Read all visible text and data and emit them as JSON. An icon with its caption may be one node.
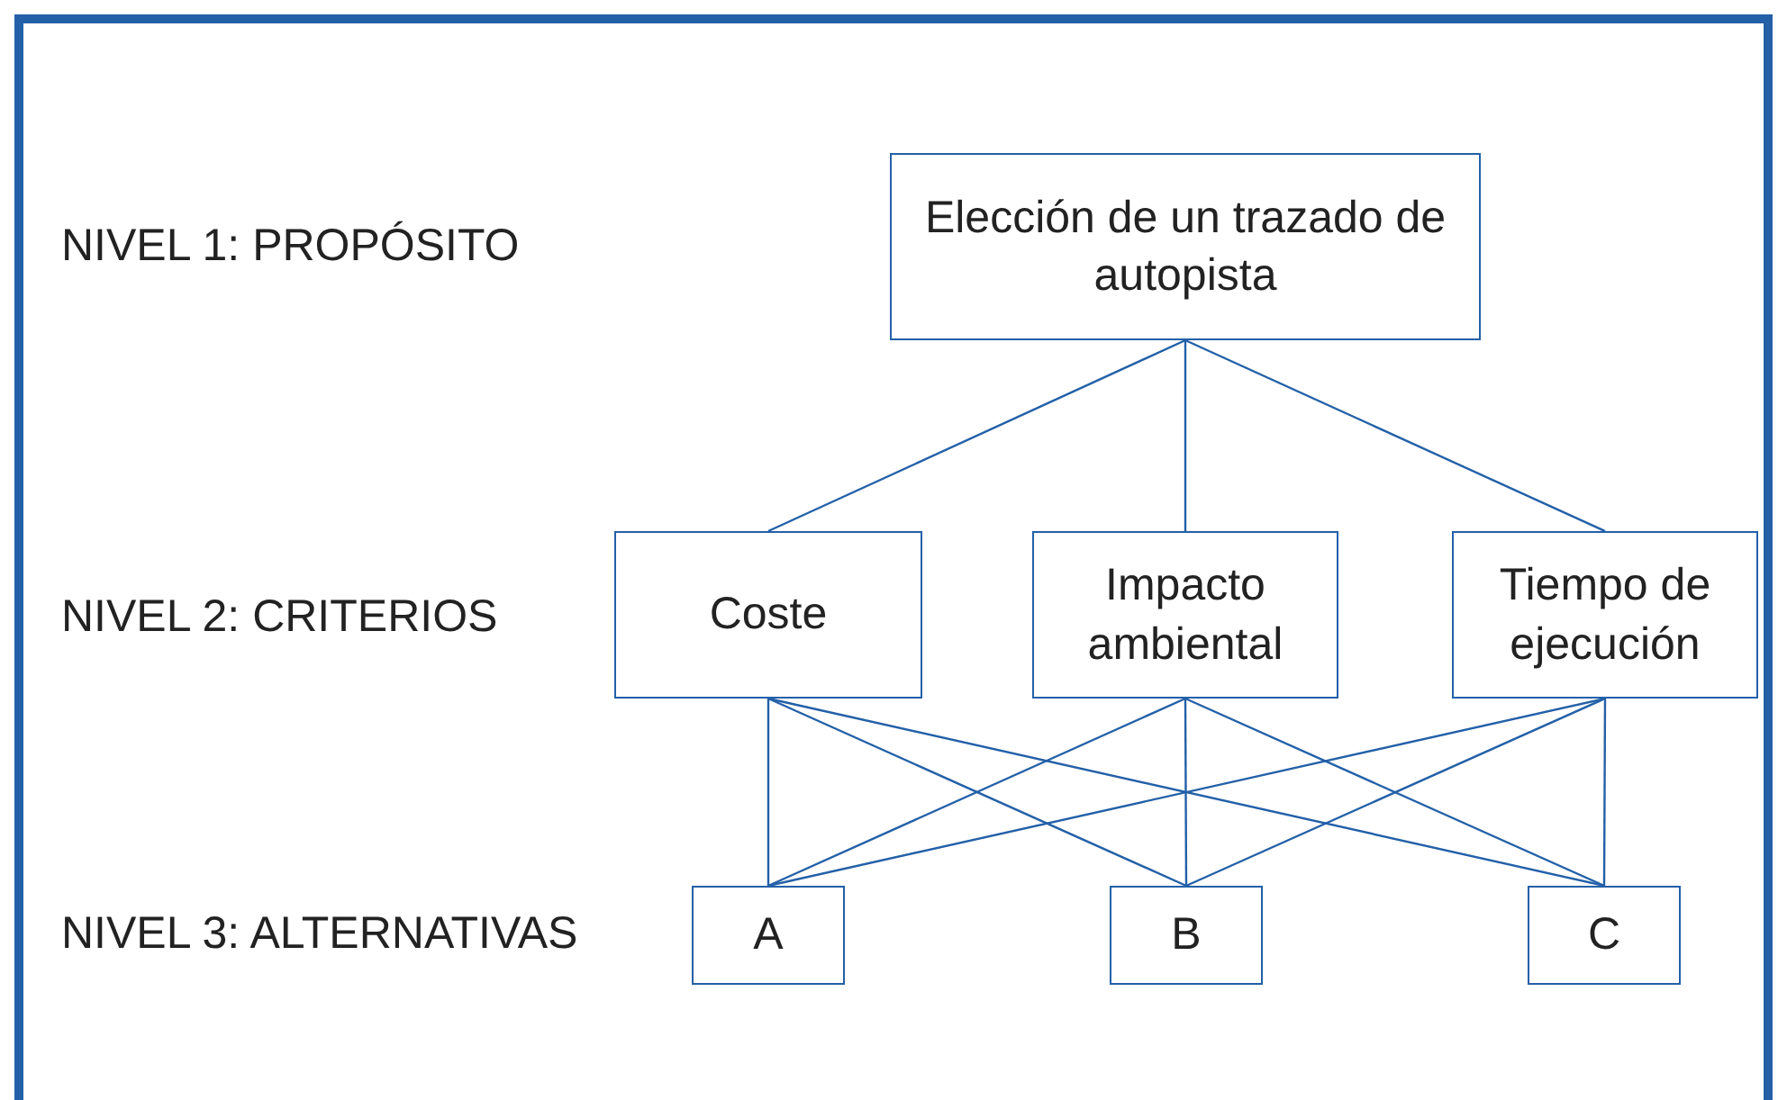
{
  "diagram": {
    "nodes": [
      {
        "text": [
          "Elección de un trazado de autopista"
        ]
      },
      {
        "text": [
          "Coste"
        ]
      },
      {
        "text": [
          "Impacto ambiental"
        ]
      },
      {
        "text": [
          "Tiempo de ejecución"
        ]
      },
      {
        "text": [
          "A"
        ]
      },
      {
        "text": [
          "B"
        ]
      },
      {
        "text": [
          "C"
        ]
      }
    ],
    "edges": [
      {
        "from": 0,
        "to": 1,
        "arrow": "none"
      },
      {
        "from": 0,
        "to": 2,
        "arrow": "none"
      },
      {
        "from": 0,
        "to": 3,
        "arrow": "none"
      },
      {
        "from": 1,
        "to": 4,
        "arrow": "none"
      },
      {
        "from": 1,
        "to": 5,
        "arrow": "none"
      },
      {
        "from": 1,
        "to": 6,
        "arrow": "none"
      },
      {
        "from": 2,
        "to": 4,
        "arrow": "none"
      },
      {
        "from": 2,
        "to": 5,
        "arrow": "none"
      },
      {
        "from": 2,
        "to": 6,
        "arrow": "none"
      },
      {
        "from": 3,
        "to": 4,
        "arrow": "none"
      },
      {
        "from": 3,
        "to": 5,
        "arrow": "none"
      },
      {
        "from": 3,
        "to": 6,
        "arrow": "none"
      }
    ],
    "labels": [
      "NIVEL 1: PROPÓSITO",
      "NIVEL 2: CRITERIOS",
      "NIVEL 3: ALTERNATIVAS"
    ]
  }
}
